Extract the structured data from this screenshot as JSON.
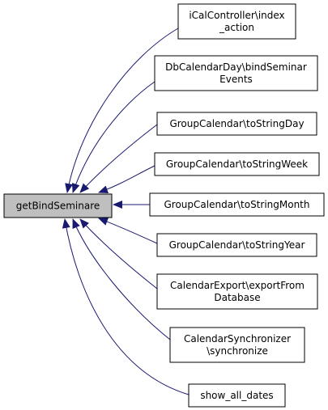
{
  "graph": {
    "target": {
      "label": "getBindSeminare",
      "fill": "#bfbfbf"
    },
    "callers": [
      {
        "lines": [
          "iCalController\\index",
          "_action"
        ]
      },
      {
        "lines": [
          "DbCalendarDay\\bindSeminar",
          "Events"
        ]
      },
      {
        "lines": [
          "GroupCalendar\\toStringDay"
        ]
      },
      {
        "lines": [
          "GroupCalendar\\toStringWeek"
        ]
      },
      {
        "lines": [
          "GroupCalendar\\toStringMonth"
        ]
      },
      {
        "lines": [
          "GroupCalendar\\toStringYear"
        ]
      },
      {
        "lines": [
          "CalendarExport\\exportFrom",
          "Database"
        ]
      },
      {
        "lines": [
          "CalendarSynchronizer",
          "\\synchronize"
        ]
      },
      {
        "lines": [
          "show_all_dates"
        ]
      }
    ],
    "colors": {
      "edge": "#191970",
      "node_border": "#000000",
      "node_fill": "#ffffff"
    }
  }
}
